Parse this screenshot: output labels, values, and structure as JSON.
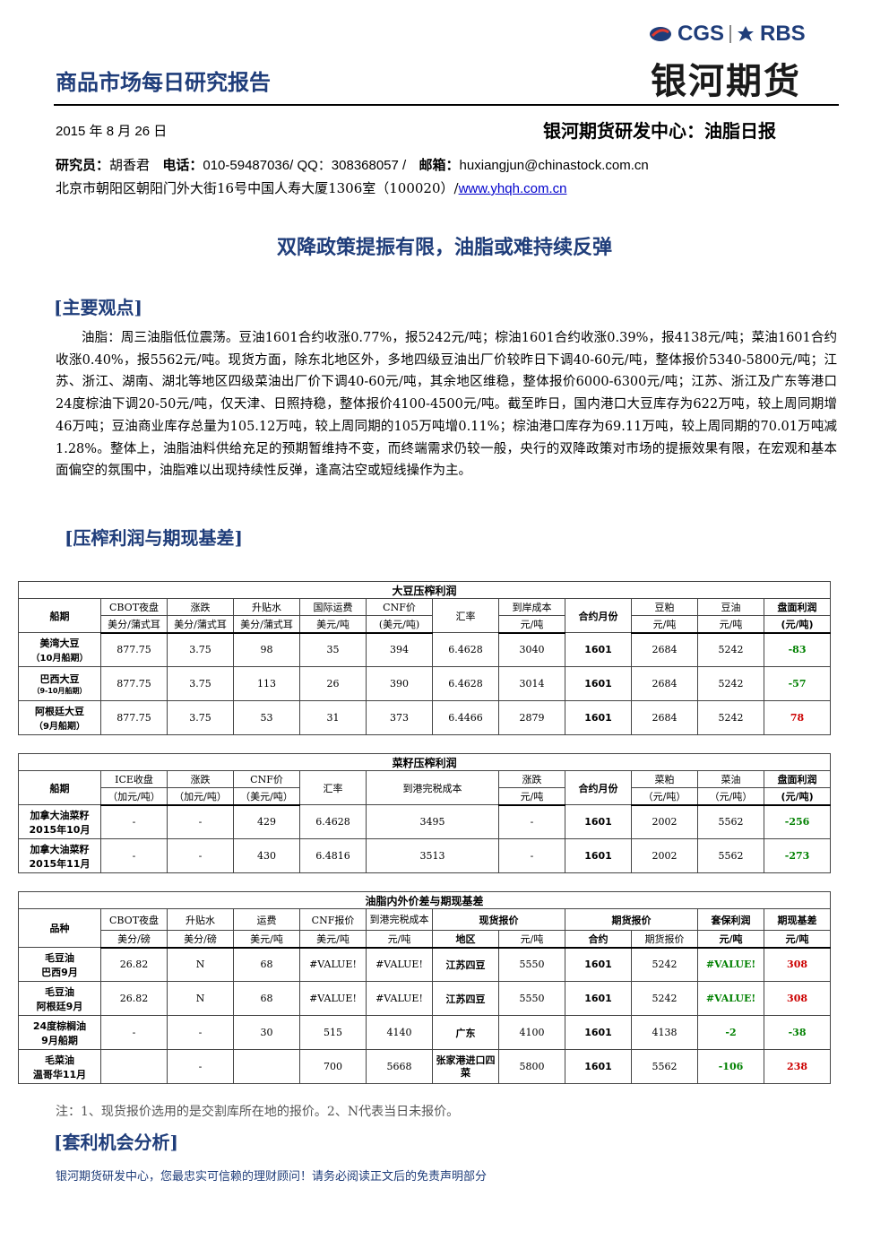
{
  "header": {
    "logo_en_left": "CGS",
    "logo_en_right": "RBS",
    "logo_cn": "银河期货",
    "report_title": "商品市场每日研究报告",
    "date": "2015 年 8 月 26 日",
    "center_name": "银河期货研发中心：油脂日报",
    "researcher_label": "研究员：",
    "researcher_name": "胡香君",
    "phone_label": "电话：",
    "phone": "010-59487036/ QQ：308368057 /",
    "email_label": "邮箱：",
    "email": "huxiangjun@chinastock.com.cn",
    "address": "北京市朝阳区朝阳门外大街16号中国人寿大厦1306室（100020）/",
    "website": "www.yhqh.com.cn"
  },
  "main_title": "双降政策提振有限，油脂或难持续反弹",
  "section1_title": "[主要观点]",
  "section1_text": "油脂：周三油脂低位震荡。豆油1601合约收涨0.77%，报5242元/吨；棕油1601合约收涨0.39%，报4138元/吨；菜油1601合约收涨0.40%，报5562元/吨。现货方面，除东北地区外，多地四级豆油出厂价较昨日下调40-60元/吨，整体报价5340-5800元/吨；江苏、浙江、湖南、湖北等地区四级菜油出厂价下调40-60元/吨，其余地区维稳，整体报价6000-6300元/吨；江苏、浙江及广东等港口24度棕油下调20-50元/吨，仅天津、日照持稳，整体报价4100-4500元/吨。截至昨日，国内港口大豆库存为622万吨，较上周同期增46万吨；豆油商业库存总量为105.12万吨，较上周同期的105万吨增0.11%；棕油港口库存为69.11万吨，较上周同期的70.01万吨减1.28%。整体上，油脂油料供给充足的预期暂维持不变，而终端需求仍较一般，央行的双降政策对市场的提振效果有限，在宏观和基本面偏空的氛围中，油脂难以出现持续性反弹，逢高沽空或短线操作为主。",
  "section2_title": "[压榨利润与期现基差]",
  "soy": {
    "title": "大豆压榨利润",
    "h1": [
      "船期",
      "CBOT夜盘",
      "涨跌",
      "升贴水",
      "国际运费",
      "CNF价",
      "汇率",
      "到岸成本",
      "合约月份",
      "豆粕",
      "豆油",
      "盘面利润"
    ],
    "h2": [
      "美分/蒲式耳",
      "美分/蒲式耳",
      "美分/蒲式耳",
      "美元/吨",
      "(美元/吨)",
      "元/吨",
      "元/吨",
      "元/吨",
      "(元/吨)"
    ],
    "rows": [
      {
        "n1": "美湾大豆",
        "n2": "（10月船期）",
        "v": [
          "877.75",
          "3.75",
          "98",
          "35",
          "394",
          "6.4628",
          "3040",
          "1601",
          "2684",
          "5242"
        ],
        "p": "-83",
        "s": "neg"
      },
      {
        "n1": "巴西大豆",
        "n2": "（9-10月船期）",
        "v": [
          "877.75",
          "3.75",
          "113",
          "26",
          "390",
          "6.4628",
          "3014",
          "1601",
          "2684",
          "5242"
        ],
        "p": "-57",
        "s": "neg"
      },
      {
        "n1": "阿根廷大豆",
        "n2": "（9月船期）",
        "v": [
          "877.75",
          "3.75",
          "53",
          "31",
          "373",
          "6.4466",
          "2879",
          "1601",
          "2684",
          "5242"
        ],
        "p": "78",
        "s": "pos"
      }
    ]
  },
  "rape": {
    "title": "菜籽压榨利润",
    "h1": [
      "船期",
      "ICE收盘",
      "涨跌",
      "CNF价",
      "汇率",
      "到港完税成本",
      "涨跌",
      "合约月份",
      "菜粕",
      "菜油",
      "盘面利润"
    ],
    "h2": [
      "（加元/吨）",
      "（加元/吨）",
      "（美元/吨）",
      "元/吨",
      "（元/吨）",
      "（元/吨）",
      "(元/吨)"
    ],
    "rows": [
      {
        "n1": "加拿大油菜籽",
        "n2": "2015年10月",
        "v": [
          "-",
          "-",
          "429",
          "6.4628",
          "3495",
          "-",
          "1601",
          "2002",
          "5562"
        ],
        "p": "-256",
        "s": "neg"
      },
      {
        "n1": "加拿大油菜籽",
        "n2": "2015年11月",
        "v": [
          "-",
          "-",
          "430",
          "6.4816",
          "3513",
          "-",
          "1601",
          "2002",
          "5562"
        ],
        "p": "-273",
        "s": "neg"
      }
    ]
  },
  "oil": {
    "title": "油脂内外价差与期现基差",
    "h1": [
      "品种",
      "CBOT夜盘",
      "升贴水",
      "运费",
      "CNF报价",
      "到港完税成本",
      "现货报价",
      "期货报价",
      "套保利润",
      "期现基差"
    ],
    "h2": [
      "美分/磅",
      "美分/磅",
      "美元/吨",
      "美元/吨",
      "元/吨",
      "地区",
      "元/吨",
      "合约",
      "期货报价",
      "元/吨",
      "元/吨"
    ],
    "rows": [
      {
        "n1": "毛豆油",
        "n2": "巴西9月",
        "v": [
          "26.82",
          "N",
          "68",
          "#VALUE!",
          "#VALUE!",
          "江苏四豆",
          "5550",
          "1601",
          "5242"
        ],
        "hedge": "#VALUE!",
        "hs": "vg",
        "basis": "308",
        "bs": "pos"
      },
      {
        "n1": "毛豆油",
        "n2": "阿根廷9月",
        "v": [
          "26.82",
          "N",
          "68",
          "#VALUE!",
          "#VALUE!",
          "江苏四豆",
          "5550",
          "1601",
          "5242"
        ],
        "hedge": "#VALUE!",
        "hs": "vg",
        "basis": "308",
        "bs": "pos"
      },
      {
        "n1": "24度棕榈油",
        "n2": "9月船期",
        "v": [
          "-",
          "-",
          "30",
          "515",
          "4140",
          "广东",
          "4100",
          "1601",
          "4138"
        ],
        "hedge": "-2",
        "hs": "neg",
        "basis": "-38",
        "bs": "neg"
      },
      {
        "n1": "毛菜油",
        "n2": "温哥华11月",
        "v": [
          "",
          "-",
          "",
          "700",
          "5668",
          "张家港进口四菜",
          "5800",
          "1601",
          "5562"
        ],
        "hedge": "-106",
        "hs": "neg",
        "basis": "238",
        "bs": "pos"
      }
    ]
  },
  "note": "注：1、现货报价选用的是交割库所在地的报价。2、N代表当日未报价。",
  "section3_title": "[套利机会分析]",
  "footer": "银河期货研发中心，您最忠实可信赖的理财顾问！请务必阅读正文后的免责声明部分",
  "colors": {
    "brand_blue": "#1f3d7a",
    "negative": "#008000",
    "positive": "#cc0000"
  }
}
